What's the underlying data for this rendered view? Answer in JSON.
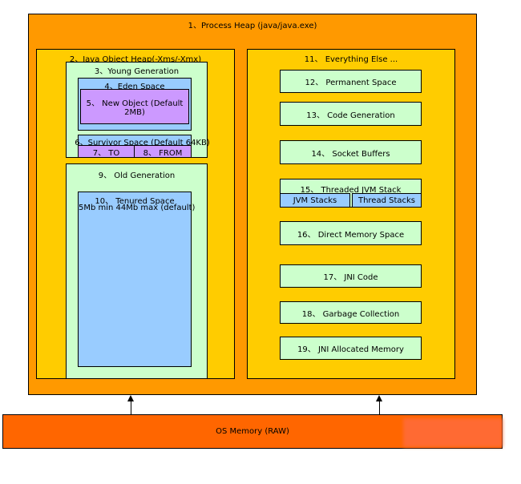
{
  "process_heap": {
    "label": "1、Process Heap (java/java.exe)"
  },
  "java_object_heap": {
    "label": "2、Java Object Heap(-Xms/-Xmx)",
    "young_generation": {
      "label": "3、Young Generation",
      "eden_space": "4、Eden Space",
      "new_object": "5、 New Object (Default 2MB)",
      "survivor_space": "6、Survivor Space (Default 64KB)",
      "to": "7、 TO",
      "from": "8、 FROM"
    },
    "old_generation": {
      "label": "9、 Old Generation",
      "tenured_space_line1": "10、 Tenured Space",
      "tenured_space_line2": "5Mb min 44Mb max (default)"
    }
  },
  "everything_else": {
    "label": "11、 Everything Else ...",
    "items": [
      "12、 Permanent Space",
      "13、 Code Generation",
      "14、 Socket Buffers",
      "15、 Threaded JVM Stack",
      "16、 Direct Memory Space",
      "17、 JNI Code",
      "18、 Garbage Collection",
      "19、 JNI Allocated Memory"
    ],
    "jvm_stacks": "JVM Stacks",
    "thread_stacks": "Thread Stacks"
  },
  "os_memory": {
    "label": "OS Memory (RAW)"
  },
  "colors": {
    "process_heap": "#ff9900",
    "container": "#ffcc00",
    "generation": "#ccffcc",
    "space": "#99ccff",
    "object": "#cc99ff",
    "os_memory": "#ff6600"
  }
}
